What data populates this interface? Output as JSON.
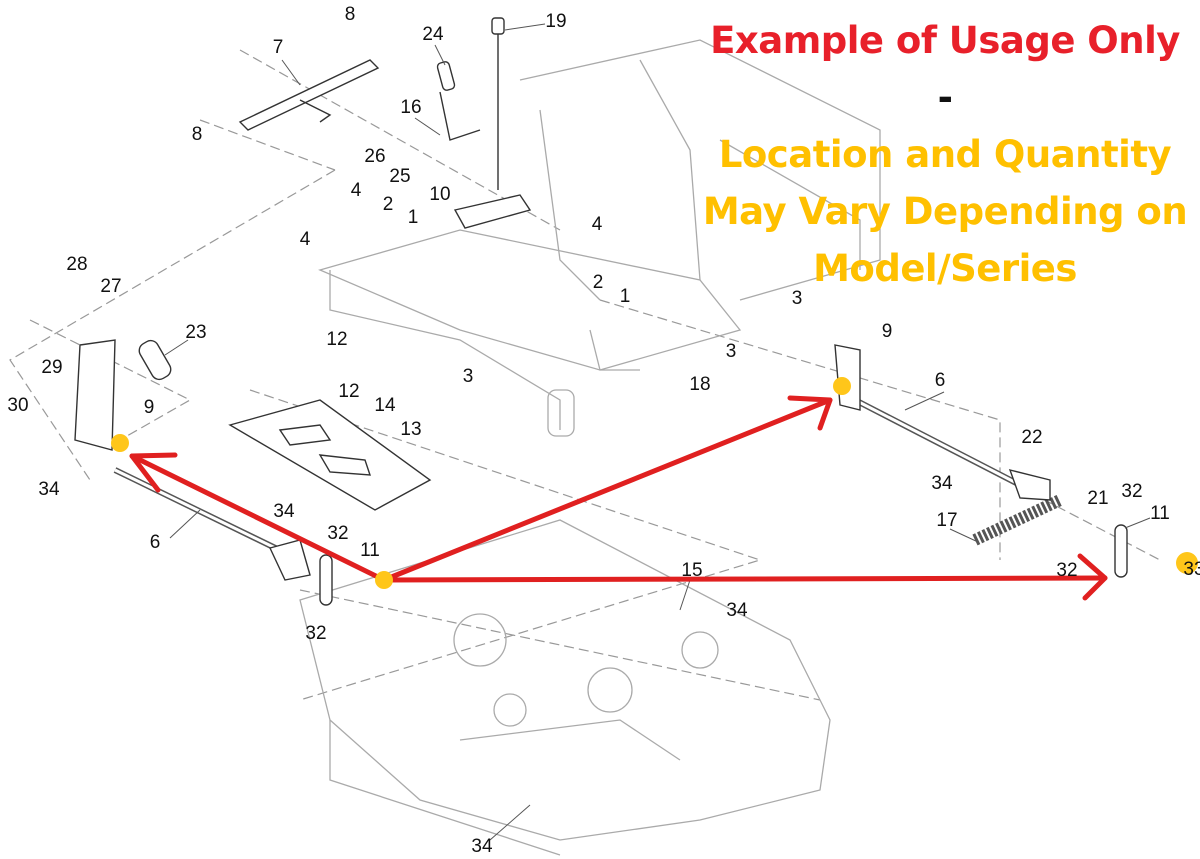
{
  "callout": {
    "headline": "Example of Usage Only",
    "separator": " -",
    "lines": [
      "Location and Quantity",
      "May Vary Depending on",
      "Model/Series"
    ],
    "colors": {
      "headline": "#e8202a",
      "body": "#ffc000"
    }
  },
  "part_labels": [
    "8",
    "7",
    "24",
    "19",
    "8",
    "16",
    "26",
    "25",
    "10",
    "4",
    "2",
    "1",
    "4",
    "4",
    "2",
    "1",
    "3",
    "3",
    "28",
    "27",
    "23",
    "12",
    "3",
    "29",
    "9",
    "6",
    "18",
    "12",
    "14",
    "13",
    "30",
    "9",
    "22",
    "34",
    "34",
    "21",
    "32",
    "11",
    "17",
    "34",
    "6",
    "32",
    "11",
    "15",
    "32",
    "32",
    "34",
    "34",
    "33"
  ],
  "marker_color": "#ffc61a",
  "arrow_color": "#e02020"
}
